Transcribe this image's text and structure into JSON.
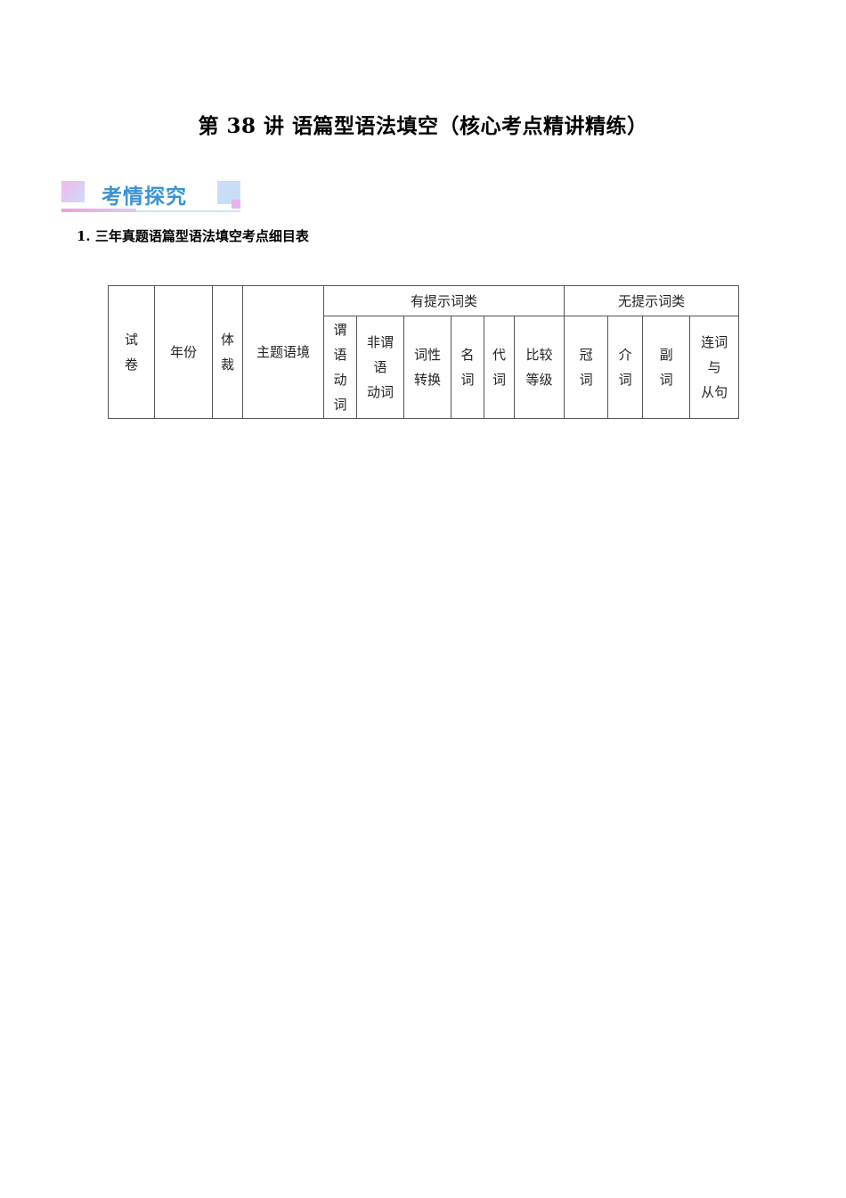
{
  "document": {
    "title": "第 38 讲  语篇型语法填空（核心考点精讲精练）",
    "banner": {
      "label": "考情探究",
      "colors": {
        "text": "#3a93d4",
        "pink": "#f09fdc",
        "light_blue": "#c8def8"
      }
    },
    "section_heading": "1. 三年真题语篇型语法填空考点细目表",
    "table": {
      "fixed_columns": [
        {
          "label": "试\n卷"
        },
        {
          "label": "年份"
        },
        {
          "label": "体\n裁"
        },
        {
          "label": "主题语境"
        }
      ],
      "groups": [
        {
          "label": "有提示词类",
          "columns": [
            {
              "label": "谓\n语\n动\n词"
            },
            {
              "label": "非谓\n语\n动词"
            },
            {
              "label": "词性\n转换"
            },
            {
              "label": "名\n词"
            },
            {
              "label": "代\n词"
            },
            {
              "label": "比较\n等级"
            }
          ]
        },
        {
          "label": "无提示词类",
          "columns": [
            {
              "label": "冠\n词"
            },
            {
              "label": "介\n词"
            },
            {
              "label": "副\n词"
            },
            {
              "label": "连词\n与\n从句"
            }
          ]
        }
      ]
    }
  }
}
